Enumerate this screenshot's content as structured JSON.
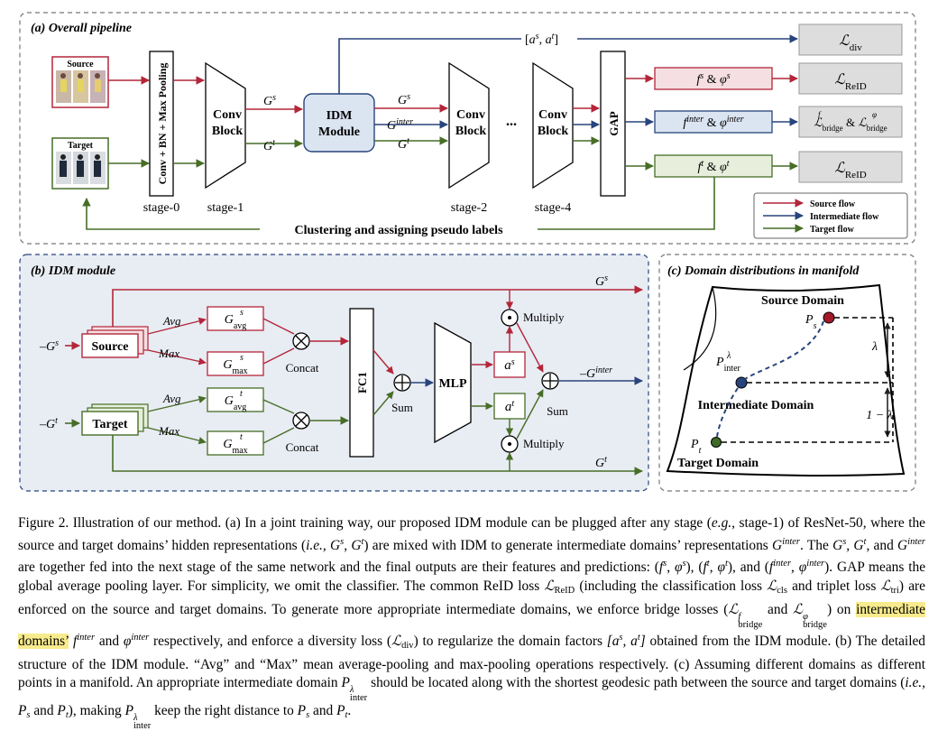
{
  "panel_a": {
    "title": "(a) Overall pipeline",
    "source_label": "Source",
    "target_label": "Target",
    "stem_label": "Conv + BN + Max Pooling",
    "conv_block_line1": "Conv",
    "conv_block_line2": "Block",
    "idm_line1": "IDM",
    "idm_line2": "Module",
    "gap_label": "GAP",
    "ellipsis": "...",
    "stage0": "stage-0",
    "stage1": "stage-1",
    "stage2": "stage-2",
    "stage4": "stage-4",
    "domain_factors": "[a^s, a^t]",
    "out_source": "f^s & φ^s",
    "out_inter": "f^inter & φ^inter",
    "out_target": "f^t & φ^t",
    "loss_div": "L_div",
    "loss_reid": "L_ReID",
    "loss_bridge": "L^f_bridge & L^φ_bridge",
    "feedback_label": "Clustering and assigning pseudo labels",
    "legend": [
      {
        "label": "Source flow",
        "color": "#b3263a"
      },
      {
        "label": "Intermediate flow",
        "color": "#28447c"
      },
      {
        "label": "Target flow",
        "color": "#476e27"
      }
    ]
  },
  "panel_b": {
    "title": "(b) IDM module",
    "source_label": "Source",
    "target_label": "Target",
    "avg_label": "Avg",
    "max_label": "Max",
    "concat_label": "Concat",
    "fc1_label": "FC1",
    "mlp_label": "MLP",
    "sum_label": "Sum",
    "multiply_label": "Multiply",
    "as_label": "a^s",
    "at_label": "a^t",
    "gs_avg": "G^s_avg",
    "gs_max": "G^s_max",
    "gt_avg": "G^t_avg",
    "gt_max": "G^t_max",
    "g_inter": "G^inter"
  },
  "panel_c": {
    "title": "(c) Domain distributions in manifold",
    "source_domain": "Source Domain",
    "intermediate_domain": "Intermediate Domain",
    "target_domain": "Target Domain",
    "ps": "P_s",
    "pt": "P_t",
    "pinter": "P^λ_inter",
    "lambda": "λ",
    "one_minus_lambda": "1 − λ"
  },
  "caption": {
    "c1": "Figure 2. Illustration of our method.  (a) In a joint training way, our proposed IDM module can be plugged after any stage (",
    "c2": "e.g.,",
    "c3": " stage-1) of ResNet-50, where the source and target domains’ hidden representations (",
    "c4": "i.e.,",
    "c5": ") are mixed with IDM to generate intermediate domains’ representations ",
    "c6": ". The ",
    "c7": " are together fed into the next stage of the same network and the final outputs are their features and predictions: ",
    "c8": ".  GAP means the global average pooling layer.  For simplicity, we omit the classifier.  The common ReID loss ",
    "c9": " (including the classification loss ",
    "c10": " and triplet loss ",
    "c11": ") are enforced on the source and target domains.  To generate more appropriate intermediate domains, we enforce bridge losses (",
    "c12": ") on ",
    "c13": "intermediate domains’",
    "c14": " respectively, and enforce a diversity loss (",
    "c15": ") to regularize the domain factors ",
    "c16": " obtained from the IDM module. (b) The detailed structure of the IDM module. “Avg” and “Max” mean average-pooling and max-pooling operations respectively. (c) Assuming different domains as different points in a manifold. An appropriate intermediate domain ",
    "c17": " should be located along with the shortest geodesic path between the source and target domains (",
    "c18": ", making ",
    "c19": " keep the right distance to "
  }
}
